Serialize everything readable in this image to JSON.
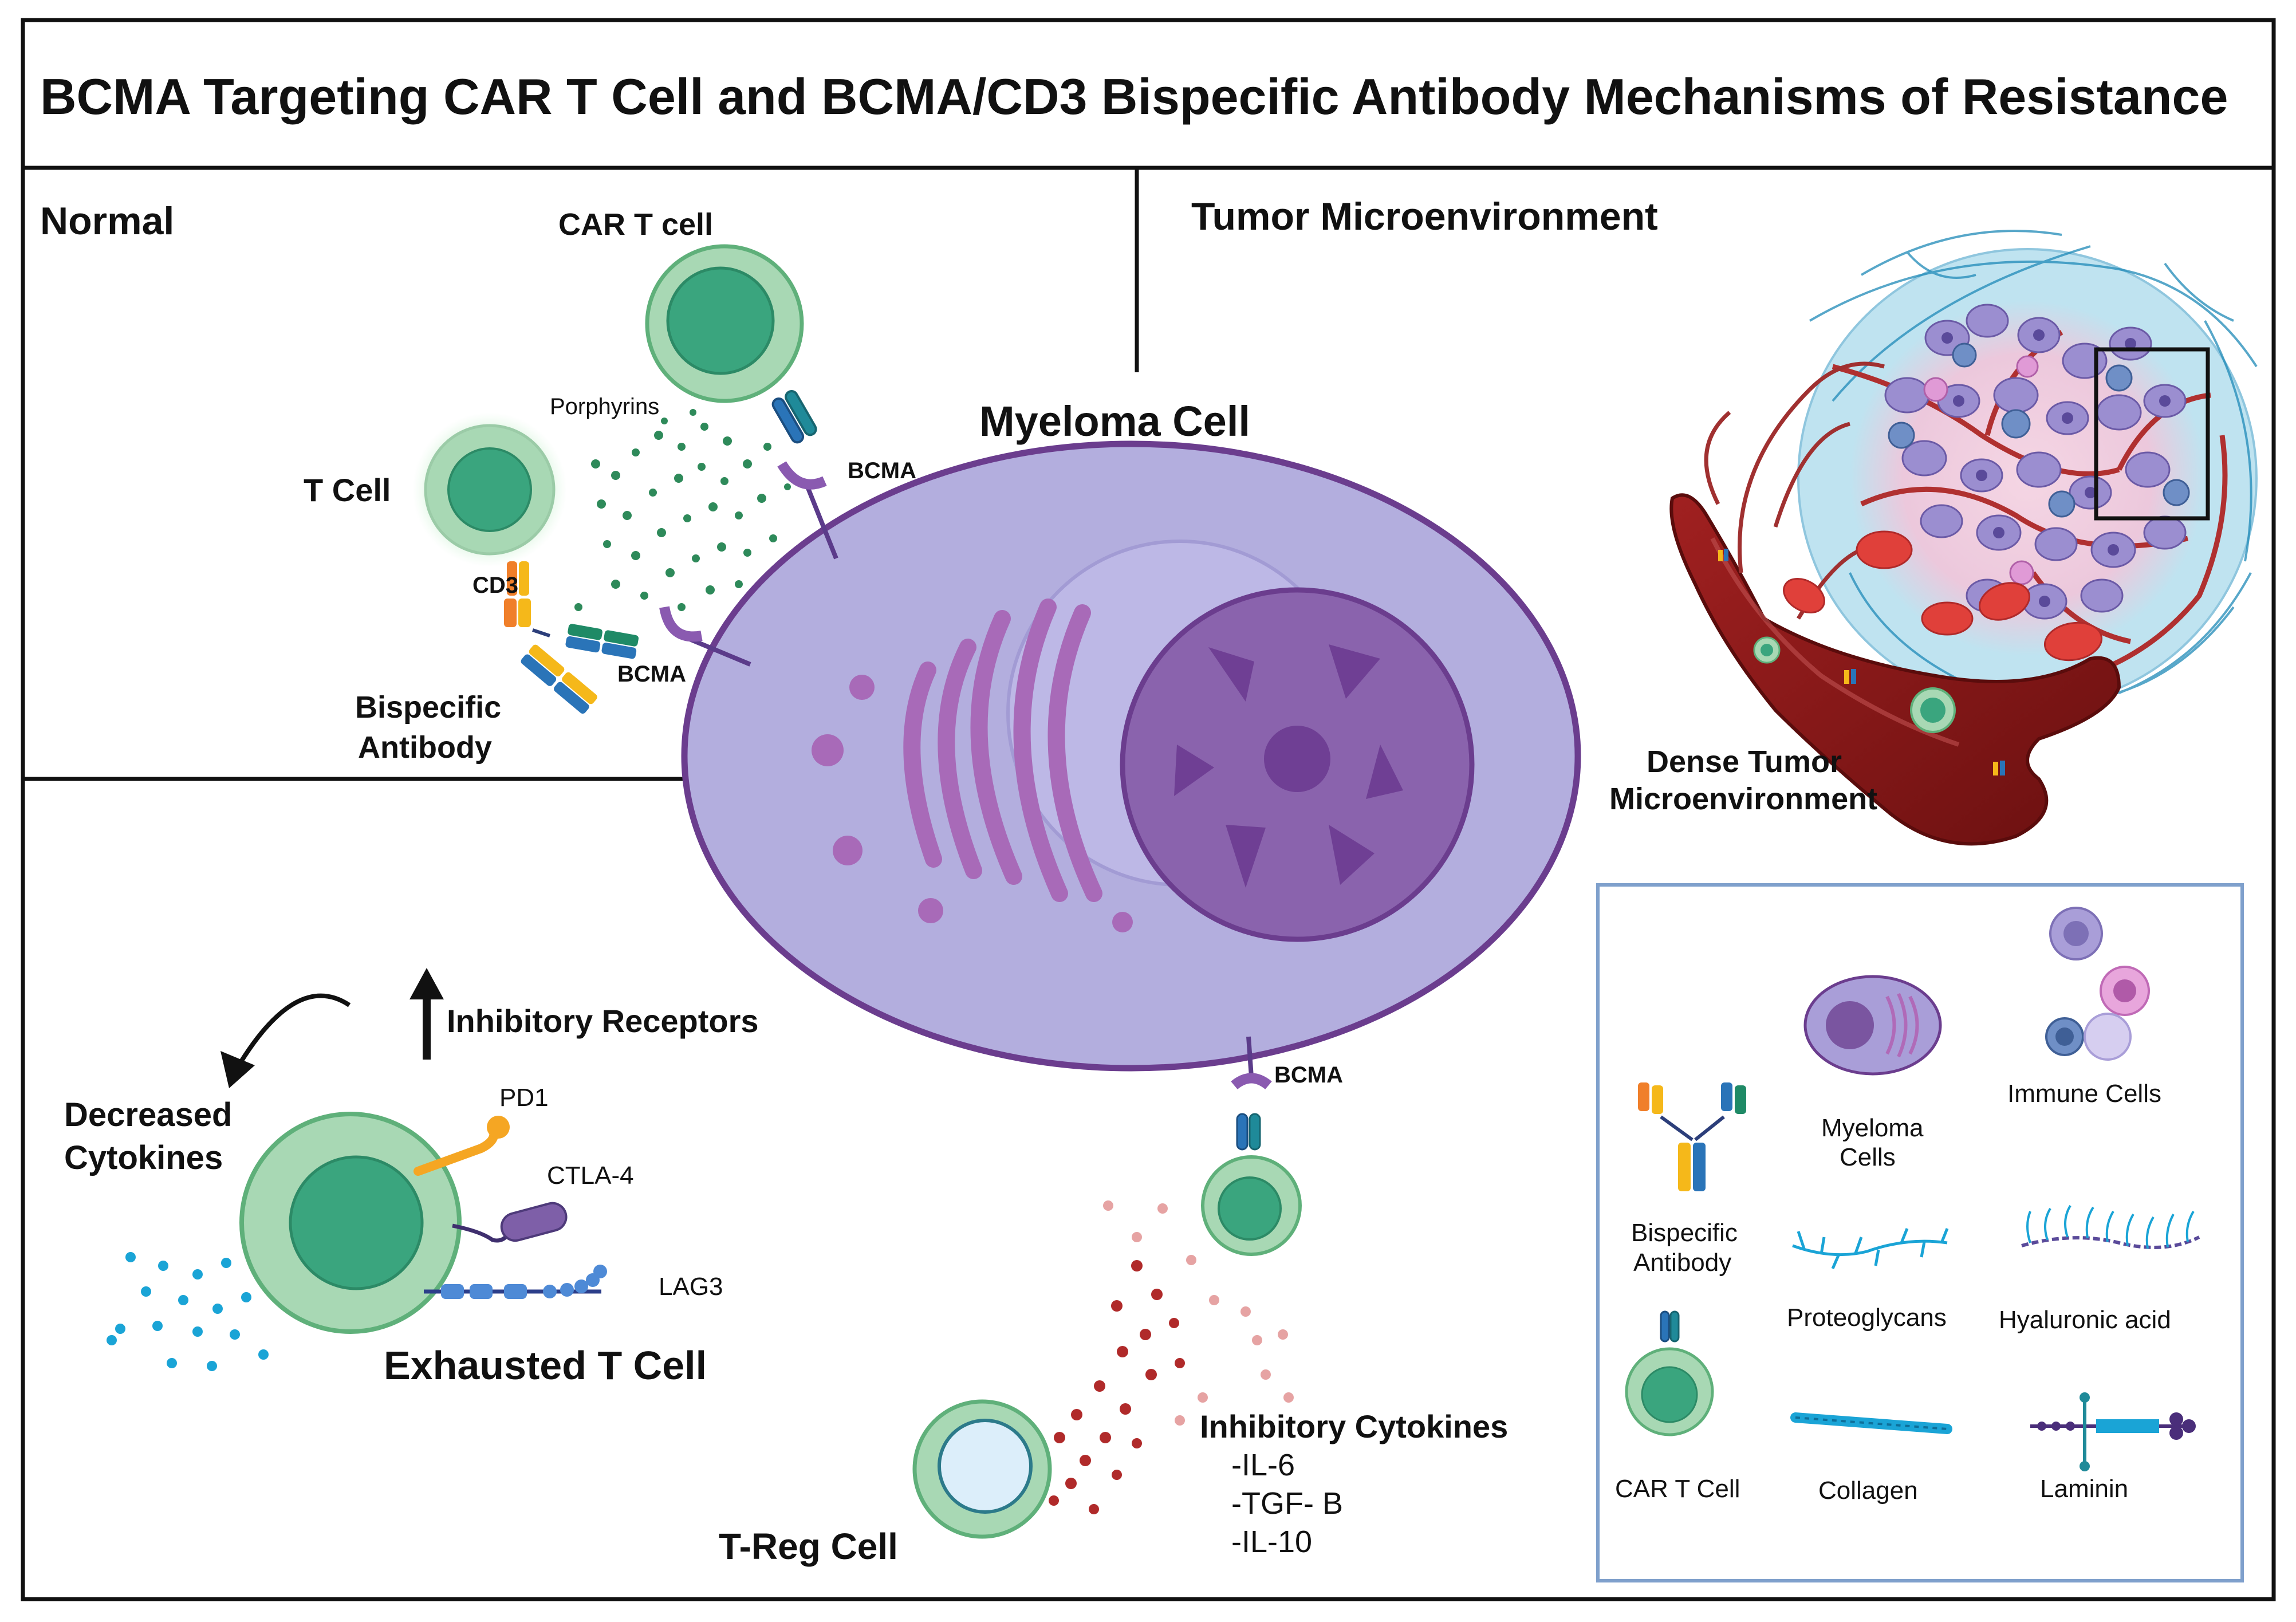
{
  "title": "BCMA Targeting CAR T Cell and BCMA/CD3 Bispecific Antibody Mechanisms of Resistance",
  "sections": {
    "normal": "Normal",
    "tme": "Tumor Microenvironment"
  },
  "labels": {
    "car_t_cell": "CAR T cell",
    "porphyrins": "Porphyrins",
    "t_cell": "T Cell",
    "cd3": "CD3",
    "bcma": "BCMA",
    "bispecific_line1": "Bispecific",
    "bispecific_line2": "Antibody",
    "myeloma_cell": "Myeloma Cell",
    "dense_tme_line1": "Dense Tumor",
    "dense_tme_line2": "Microenvironment",
    "inhibitory_receptors": "Inhibitory Receptors",
    "decreased_line1": "Decreased",
    "decreased_line2": "Cytokines",
    "pd1": "PD1",
    "ctla4": "CTLA-4",
    "lag3": "LAG3",
    "exhausted_t_cell": "Exhausted T Cell",
    "treg_cell": "T-Reg Cell",
    "inhibitory_cytokines": "Inhibitory Cytokines",
    "cytokine_list": [
      "-IL-6",
      "-TGF- B",
      "-IL-10"
    ]
  },
  "legend": {
    "immune_cells": "Immune Cells",
    "myeloma_line1": "Myeloma",
    "myeloma_line2": "Cells",
    "bispecific_line1": "Bispecific",
    "bispecific_line2": "Antibody",
    "proteoglycans": "Proteoglycans",
    "hyaluronic_acid": "Hyaluronic acid",
    "car_t_cell": "CAR T Cell",
    "collagen": "Collagen",
    "laminin": "Laminin"
  },
  "colors": {
    "myeloma_fill": "#b3aede",
    "myeloma_border": "#6b3d8e",
    "nucleus": "#8a63ad",
    "tcell_outer": "#a8d8b4",
    "tcell_inner": "#3aa57e",
    "bcma": "#8a5ab0",
    "vessel": "#8e1c1c",
    "rbc": "#e0403a",
    "legend_border": "#7fa0cc"
  },
  "icons": [
    "t-cell-icon",
    "car-t-cell-icon",
    "myeloma-cell-icon",
    "bispecific-antibody-icon",
    "bcma-receptor-icon",
    "blood-vessel-icon",
    "tumor-mass-icon",
    "collagen-icon",
    "laminin-icon",
    "hyaluronic-acid-icon",
    "proteoglycan-icon",
    "immune-cells-icon",
    "arrow-up-icon",
    "curved-arrow-icon"
  ]
}
